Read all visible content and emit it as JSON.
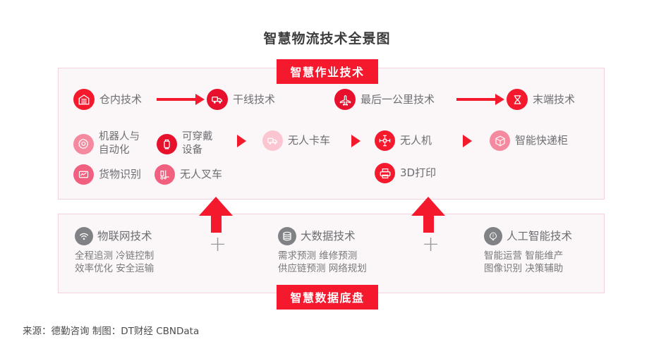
{
  "title": "智慧物流技术全景图",
  "badges": {
    "top": "智慧作业技术",
    "bottom": "智慧数据底盘"
  },
  "colors": {
    "red": "#f5192e",
    "deep_red": "#e8112d",
    "pink": "#f4899f",
    "light_pink": "#fbc6d1",
    "panel_bg": "#fbf7f8",
    "panel_border": "#f6d3da",
    "gray_icon": "#808285",
    "text_gray": "#6d6e71"
  },
  "top_panel": {
    "row1": [
      {
        "label": "仓内技术",
        "icon": "warehouse-icon",
        "tone": "red"
      },
      {
        "label": "干线技术",
        "icon": "truck-icon",
        "tone": "deep-red"
      },
      {
        "label": "最后一公里技术",
        "icon": "airplane-icon",
        "tone": "deep-red"
      },
      {
        "label": "末端技术",
        "icon": "hourglass-icon",
        "tone": "red"
      }
    ],
    "row2": [
      {
        "label": "机器人与\n自动化",
        "icon": "gear-icon",
        "tone": "pink"
      },
      {
        "label": "可穿戴\n设备",
        "icon": "wearable-device-icon",
        "tone": "deep-red"
      },
      {
        "label": "无人卡车",
        "icon": "driverless-truck-icon",
        "tone": "light-pink"
      },
      {
        "label": "无人机",
        "icon": "drone-icon",
        "tone": "red"
      },
      {
        "label": "智能快递柜",
        "icon": "parcel-locker-icon",
        "tone": "pink"
      }
    ],
    "row3": [
      {
        "label": "货物识别",
        "icon": "cargo-recognition-icon",
        "tone": "pink-red"
      },
      {
        "label": "无人叉车",
        "icon": "forklift-icon",
        "tone": "pink-red"
      },
      {
        "label": "3D打印",
        "icon": "printer-icon",
        "tone": "red"
      }
    ]
  },
  "bottom_panel": {
    "blocks": [
      {
        "title": "物联网技术",
        "icon": "wifi-icon",
        "lines": "全程追测 冷链控制\n效率优化 安全运输"
      },
      {
        "title": "大数据技术",
        "icon": "database-icon",
        "lines": "需求预测   维修预测\n供应链预测 网络规划"
      },
      {
        "title": "人工智能技术",
        "icon": "brain-icon",
        "lines": "智能运营 智能维产\n图像识别 决策辅助"
      }
    ],
    "separators": [
      "+",
      "+"
    ]
  },
  "footer": "来源：德勤咨询  制图：DT财经    CBNData"
}
